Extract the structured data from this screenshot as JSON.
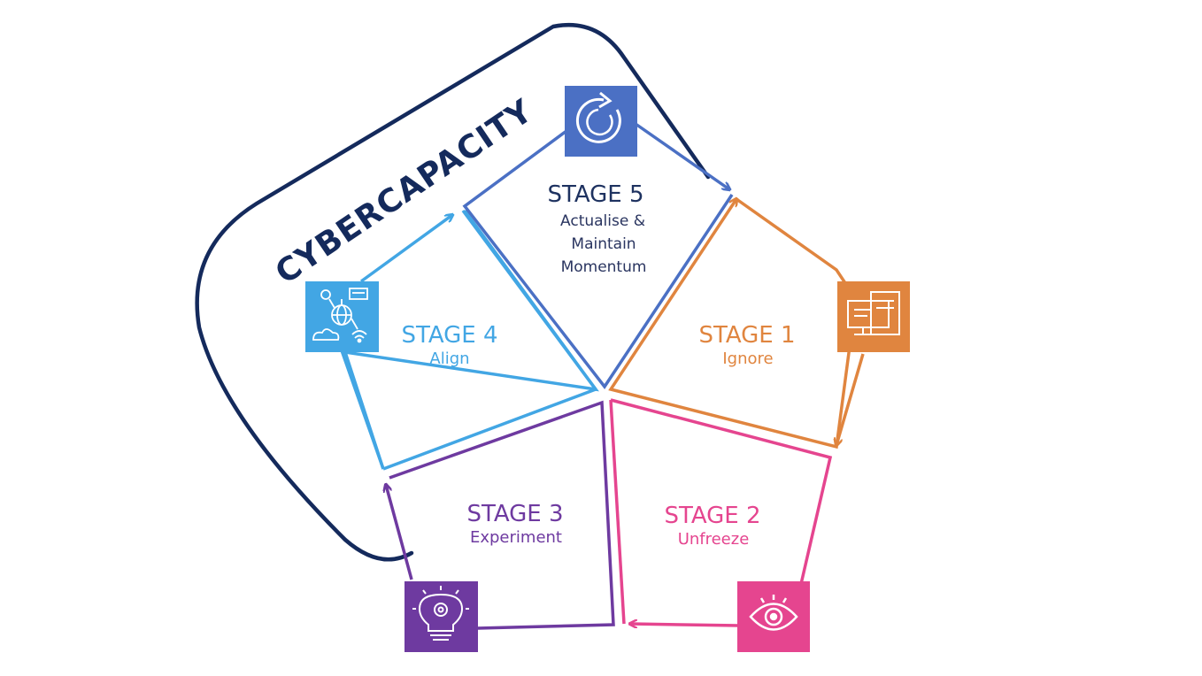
{
  "brand": {
    "text": "CYBERCAPACITY",
    "color": "#142a5c"
  },
  "stages": [
    {
      "id": "stage-1",
      "title": "STAGE 1",
      "subtitle": "Ignore",
      "color": "#e0853f",
      "icon": "monitor-icon"
    },
    {
      "id": "stage-2",
      "title": "STAGE 2",
      "subtitle": "Unfreeze",
      "color": "#e5458f",
      "icon": "eye-icon"
    },
    {
      "id": "stage-3",
      "title": "STAGE 3",
      "subtitle": "Experiment",
      "color": "#6e3aa0",
      "icon": "lightbulb-gear-icon"
    },
    {
      "id": "stage-4",
      "title": "STAGE 4",
      "subtitle": "Align",
      "color": "#42a6e4",
      "icon": "network-globe-icon"
    },
    {
      "id": "stage-5",
      "title": "STAGE 5",
      "subtitle_lines": [
        "Actualise &",
        "Maintain",
        "Momentum"
      ],
      "color": "#4b70c4",
      "title_color": "#1e3260",
      "sub_color": "#2a3560",
      "icon": "refresh-cycle-icon"
    }
  ]
}
